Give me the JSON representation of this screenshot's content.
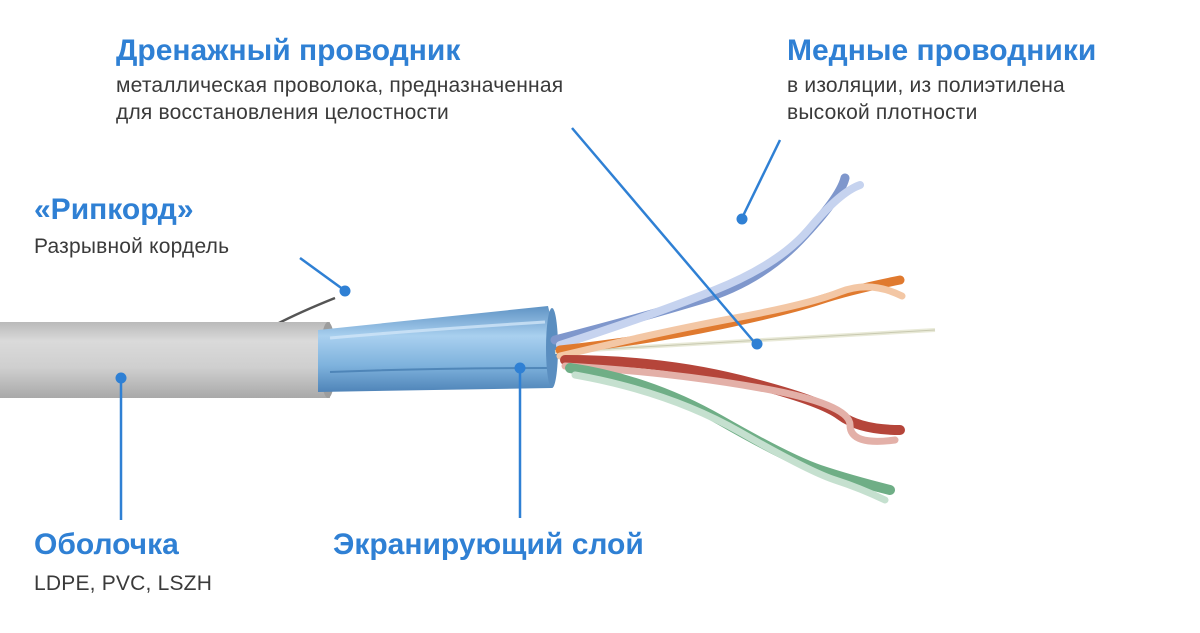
{
  "labels": {
    "drain": {
      "title": "Дренажный проводник",
      "line1": "металлическая проволока, предназначенная",
      "line2": "для восстановления целостности"
    },
    "copper": {
      "title": "Медные проводники",
      "line1": "в изоляции, из полиэтилена",
      "line2": "высокой плотности"
    },
    "ripcord": {
      "title": "«Рипкорд»",
      "line1": "Разрывной кордель"
    },
    "sheath": {
      "title": "Оболочка",
      "line1": "LDPE, PVC, LSZH"
    },
    "shield": {
      "title": "Экранирующий слой"
    }
  },
  "colors": {
    "accent": "#2f80d4",
    "sheath": "#c9c9c9",
    "foil": "#7fb2de",
    "pair_blue": "#8aa3d6",
    "pair_orange": "#e07a2f",
    "pair_brown": "#b5453a",
    "pair_green": "#6fae86"
  }
}
